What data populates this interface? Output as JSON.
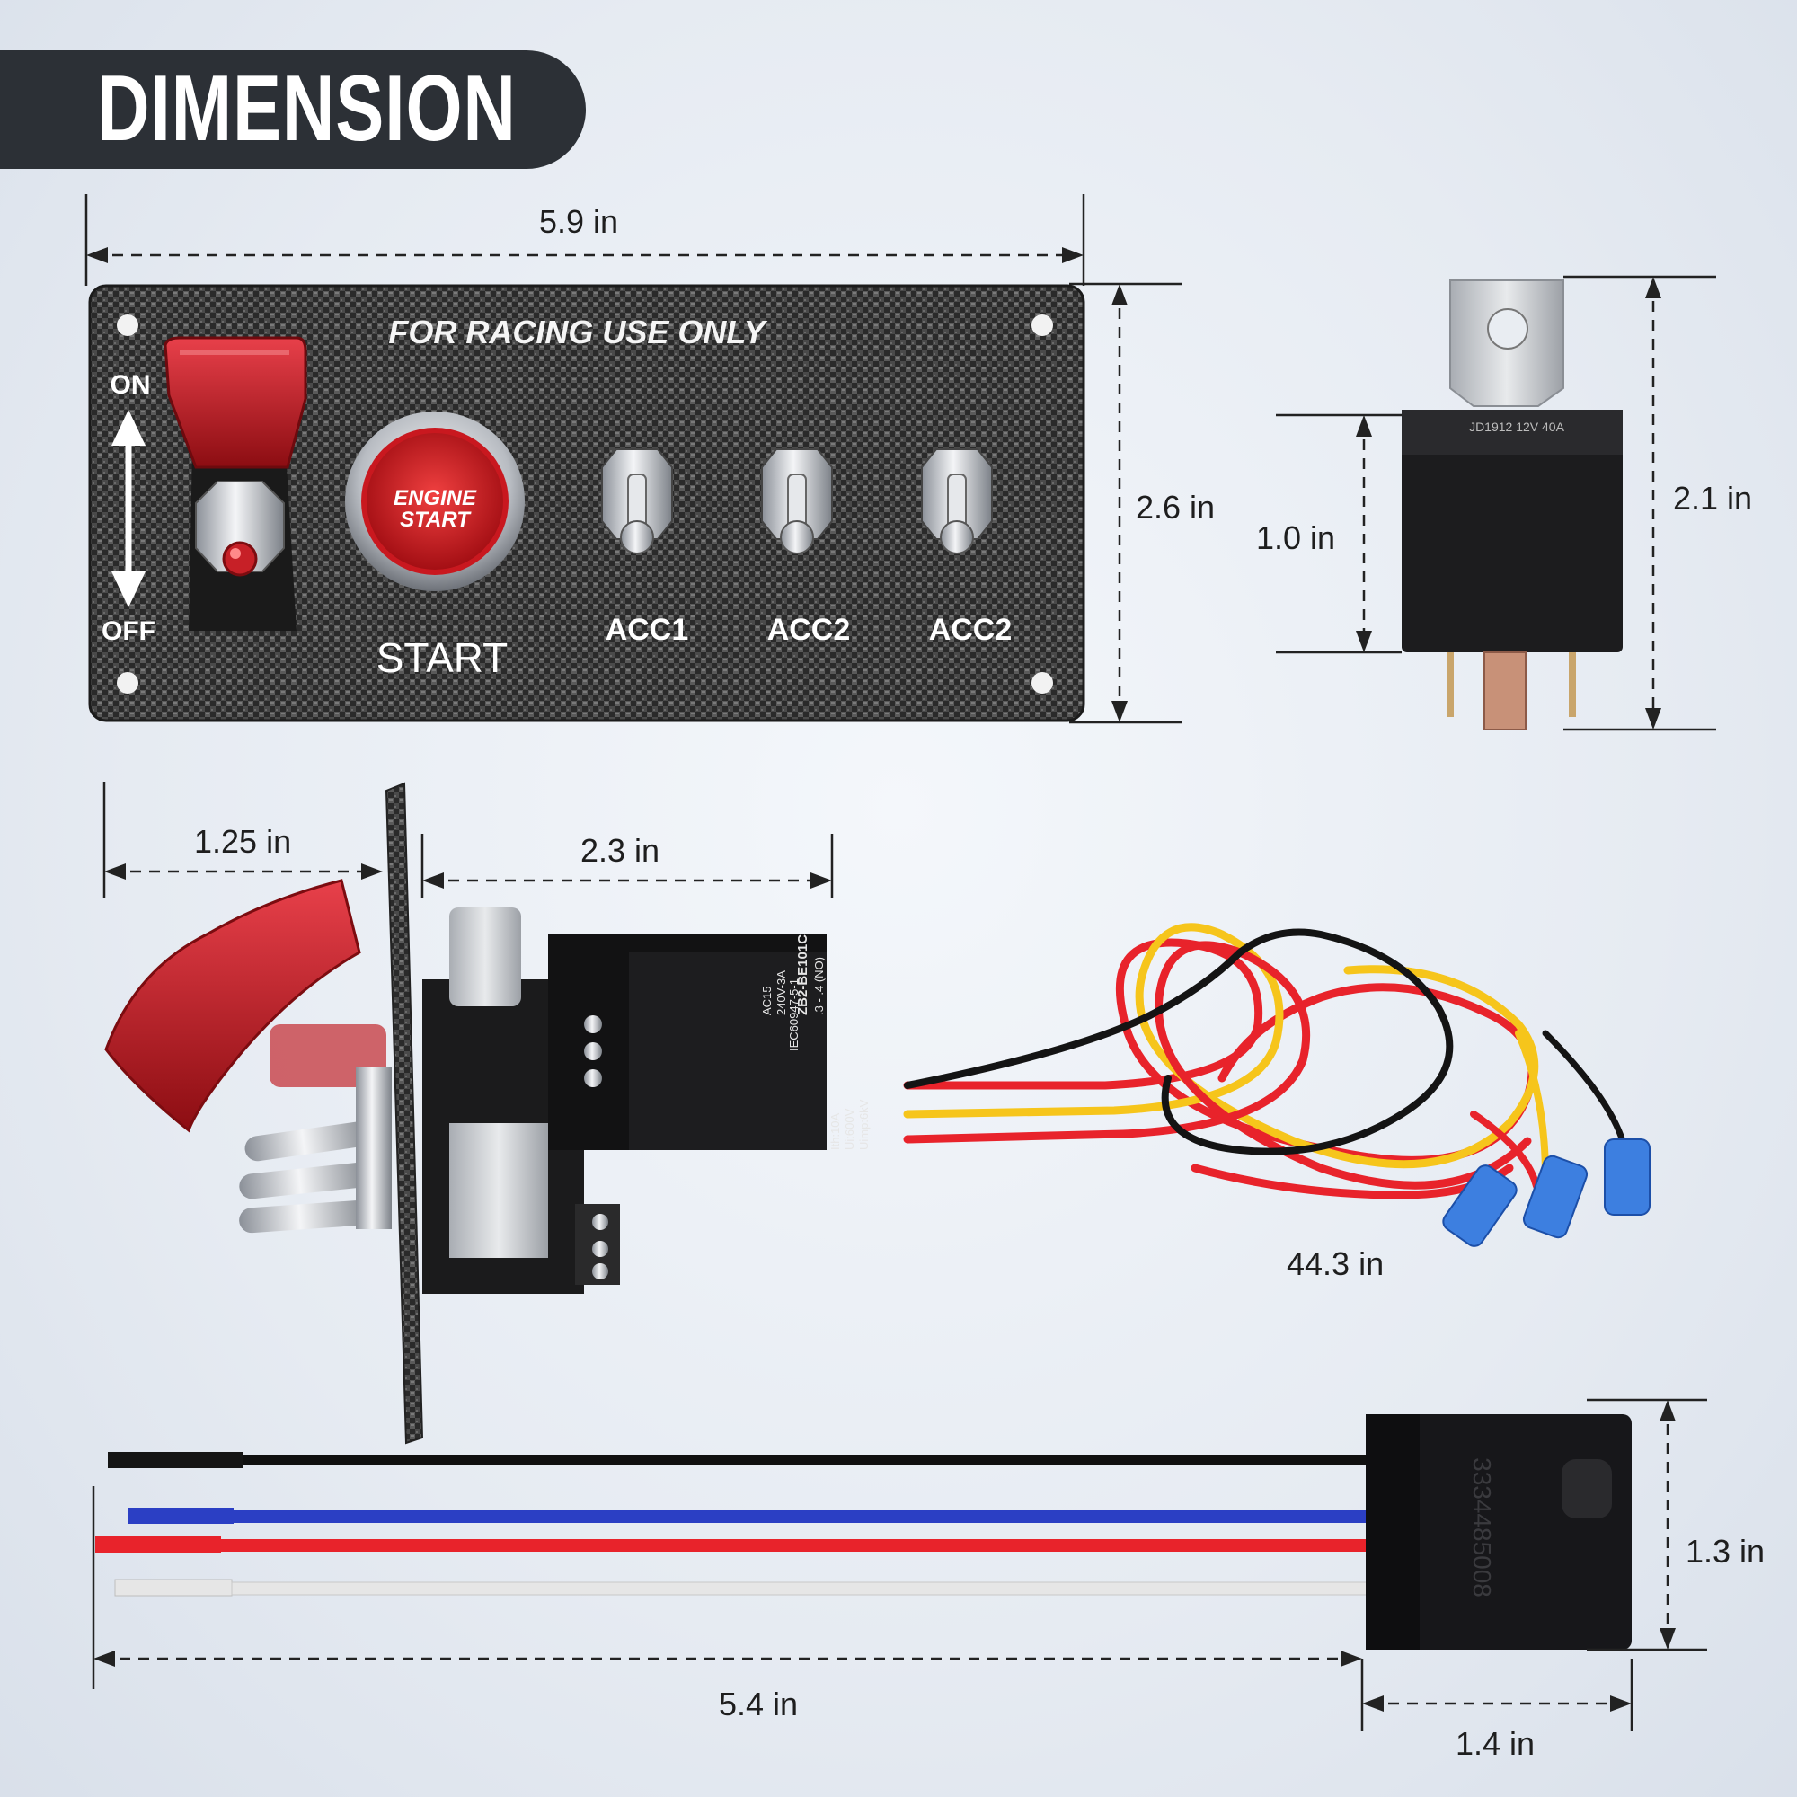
{
  "banner": {
    "title": "DIMENSION"
  },
  "panel": {
    "header": "FOR RACING USE ONLY",
    "on_label": "ON",
    "off_label": "OFF",
    "engine_line1": "ENGINE",
    "engine_line2": "START",
    "start_label": "START",
    "acc_labels": [
      "ACC1",
      "ACC2",
      "ACC2"
    ]
  },
  "relay": {
    "print": "JD1912 12V 40A"
  },
  "module": {
    "model": "ZB2-BE101C",
    "rating1": "AC15",
    "rating2": "240V-3A",
    "standard": "IEC60947-5-1",
    "contacts": ".3 - .4 (NO)",
    "ith": "Ith:10A",
    "ui": "Ui:600V",
    "uimp": "Uimp:6kV"
  },
  "socket": {
    "part_number": "3334485008"
  },
  "dimensions": {
    "panel_width": "5.9 in",
    "panel_height": "2.6 in",
    "relay_body": "1.0 in",
    "relay_total": "2.1 in",
    "cover_depth": "1.25 in",
    "rear_depth": "2.3 in",
    "harness_length": "44.3 in",
    "lead_length": "5.4 in",
    "socket_height": "1.3 in",
    "socket_width": "1.4 in"
  },
  "colors": {
    "banner_bg": "#2c3036",
    "accent_red": "#d81e24",
    "wire_red": "#e8232b",
    "wire_yellow": "#f6c51b",
    "wire_black": "#141414",
    "wire_blue": "#2b3fc4",
    "wire_white": "#e6e6e6",
    "terminal_blue": "#3d7fe0"
  }
}
